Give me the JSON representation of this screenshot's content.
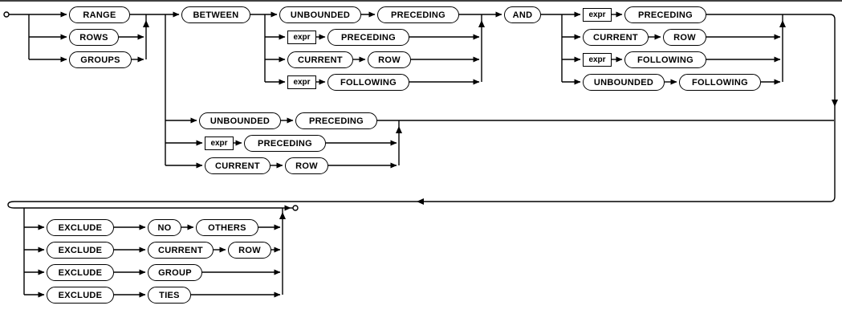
{
  "labels": {
    "range": "RANGE",
    "rows": "ROWS",
    "groups": "GROUPS",
    "between": "BETWEEN",
    "unbounded": "UNBOUNDED",
    "preceding": "PRECEDING",
    "following": "FOLLOWING",
    "current": "CURRENT",
    "row": "ROW",
    "and": "AND",
    "expr": "expr",
    "exclude": "EXCLUDE",
    "no": "NO",
    "others": "OTHERS",
    "group": "GROUP",
    "ties": "TIES"
  },
  "syntax": {
    "frame_type_options": [
      "RANGE",
      "ROWS",
      "GROUPS"
    ],
    "between_start_options": [
      [
        "UNBOUNDED",
        "PRECEDING"
      ],
      [
        "expr",
        "PRECEDING"
      ],
      [
        "CURRENT",
        "ROW"
      ],
      [
        "expr",
        "FOLLOWING"
      ]
    ],
    "between_end_options": [
      [
        "expr",
        "PRECEDING"
      ],
      [
        "CURRENT",
        "ROW"
      ],
      [
        "expr",
        "FOLLOWING"
      ],
      [
        "UNBOUNDED",
        "FOLLOWING"
      ]
    ],
    "single_bound_options": [
      [
        "UNBOUNDED",
        "PRECEDING"
      ],
      [
        "expr",
        "PRECEDING"
      ],
      [
        "CURRENT",
        "ROW"
      ]
    ],
    "exclude_options": [
      [
        "EXCLUDE",
        "NO",
        "OTHERS"
      ],
      [
        "EXCLUDE",
        "CURRENT",
        "ROW"
      ],
      [
        "EXCLUDE",
        "GROUP"
      ],
      [
        "EXCLUDE",
        "TIES"
      ]
    ],
    "line_color": "#000000",
    "background_color": "#ffffff"
  }
}
